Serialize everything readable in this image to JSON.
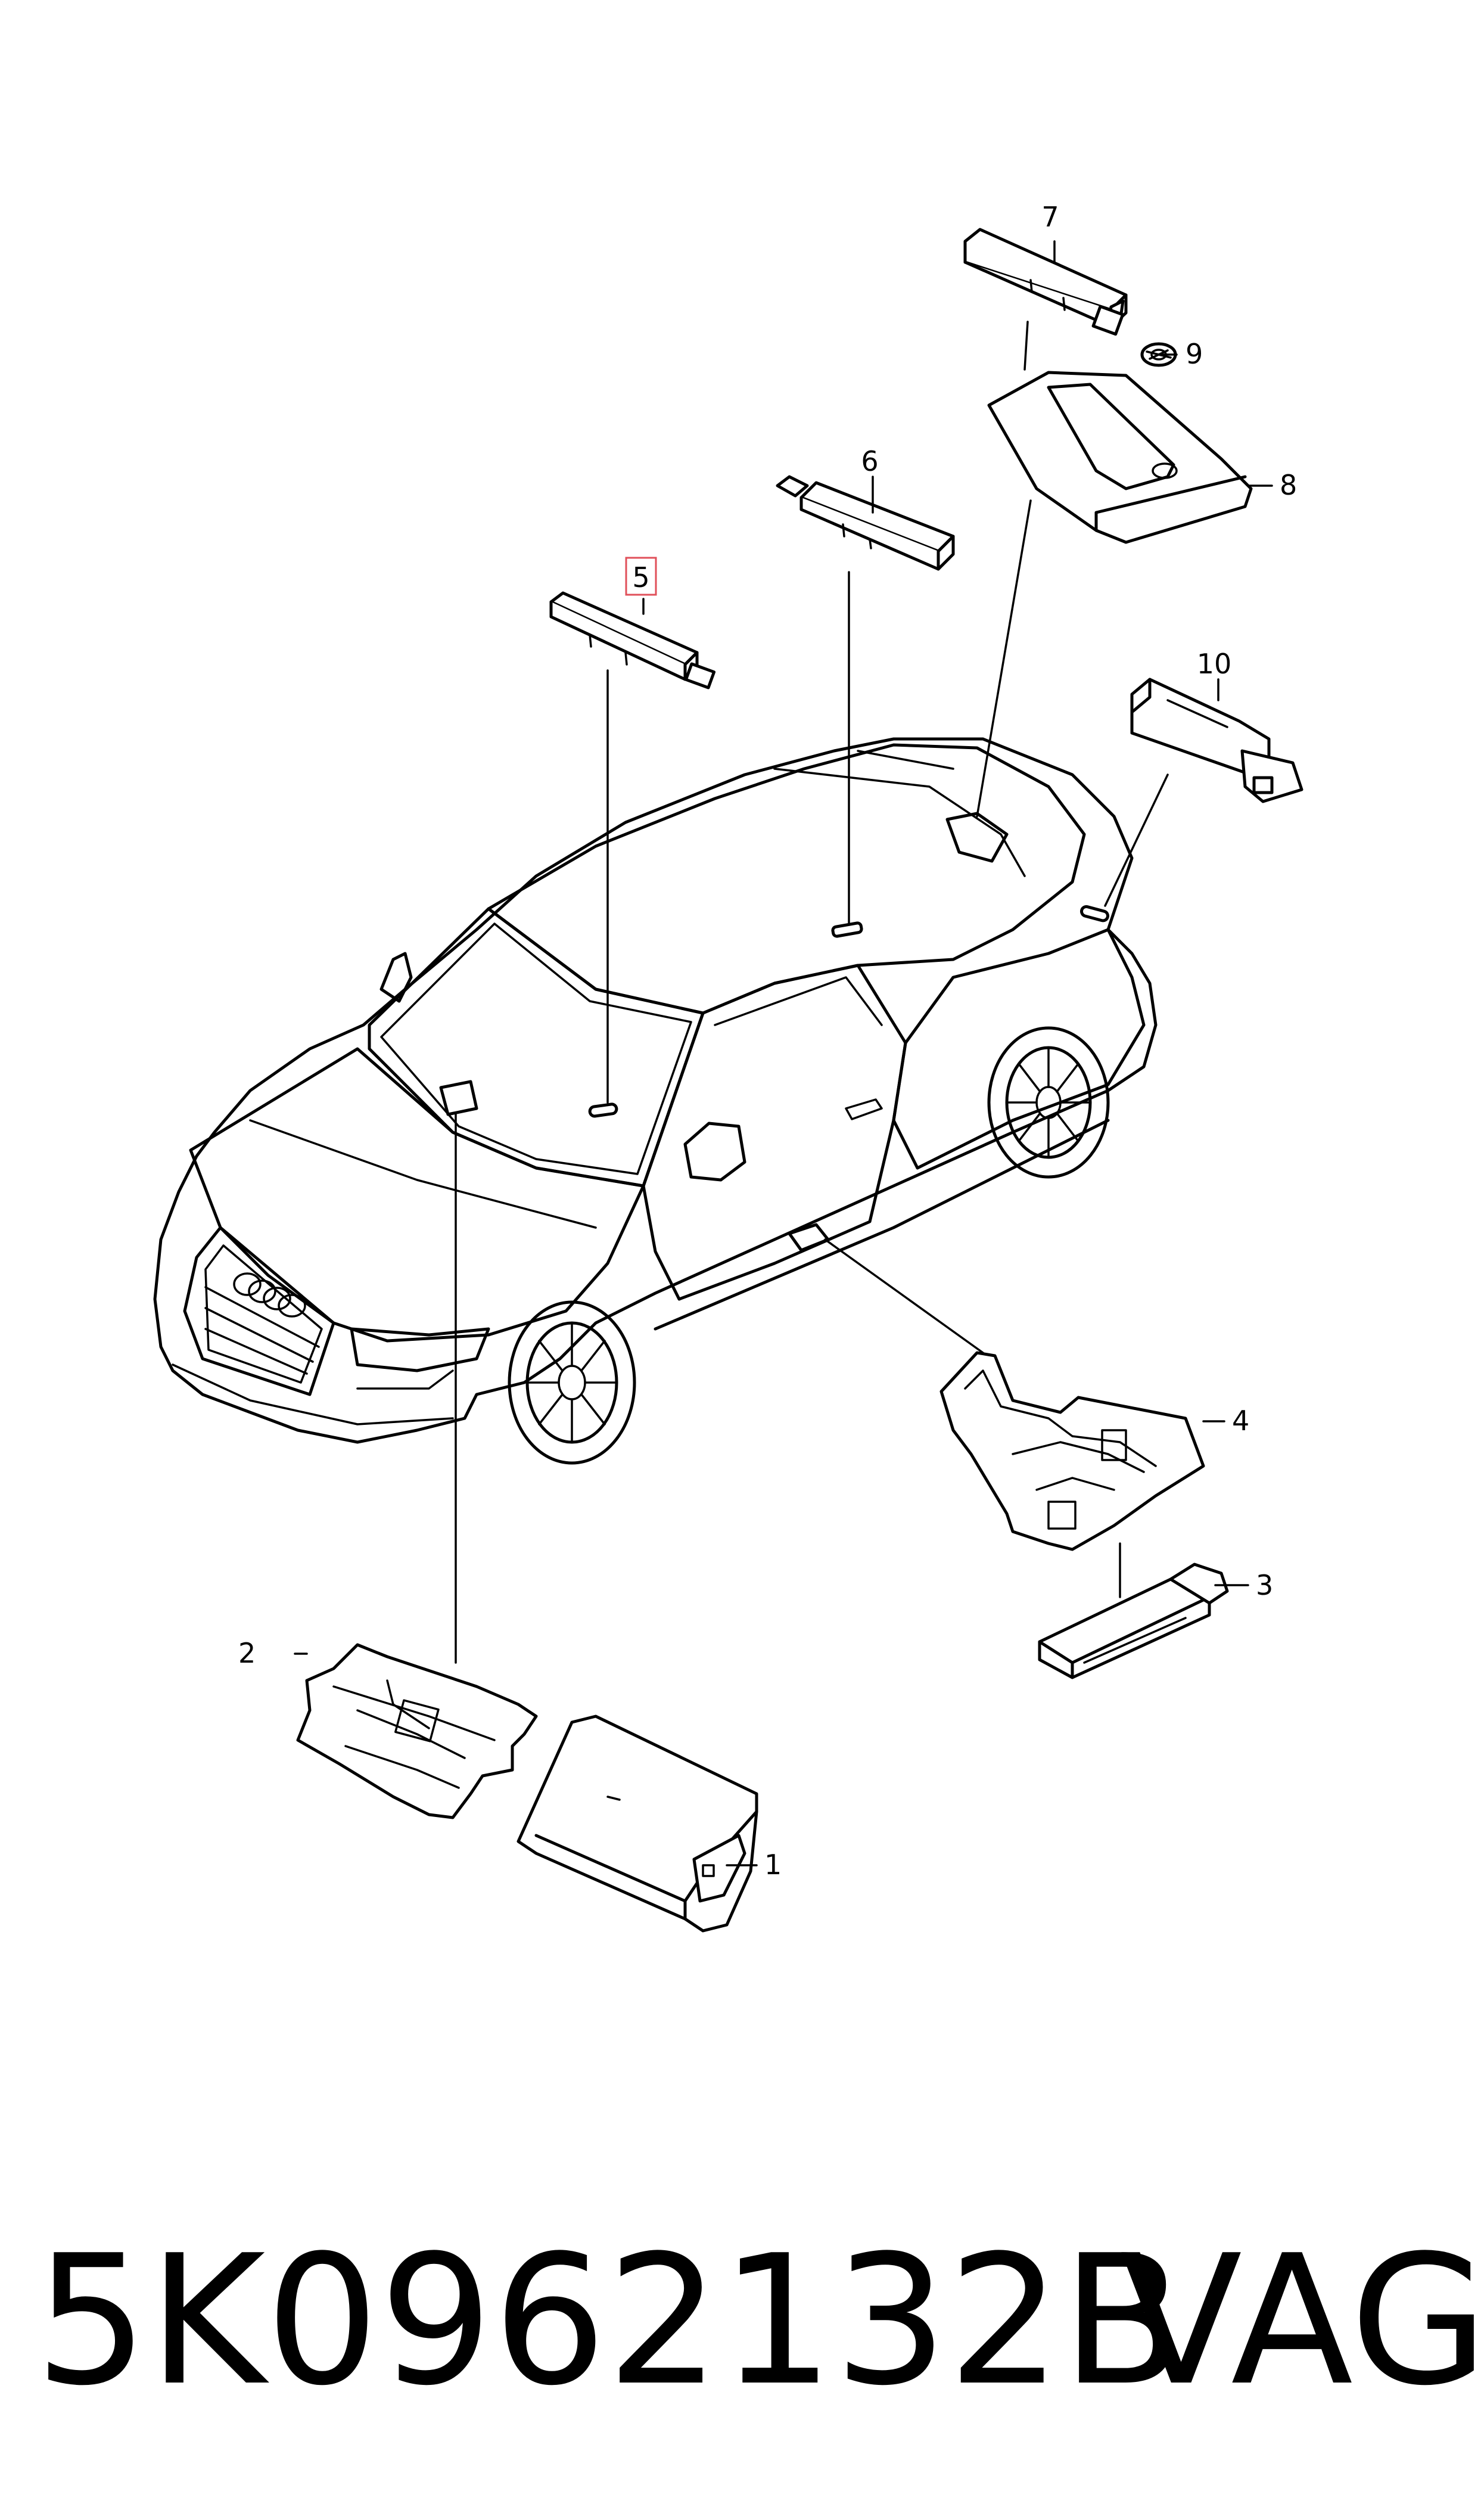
{
  "callouts": {
    "c1": "1",
    "c2": "2",
    "c3": "3",
    "c4": "4",
    "c5": "5",
    "c6": "6",
    "c7": "7",
    "c8": "8",
    "c9": "9",
    "c10": "10"
  },
  "highlighted_callout": "5",
  "highlight_color": "#e0505a",
  "footer": {
    "part_number": "5K0962132B",
    "brand": "VAG"
  }
}
